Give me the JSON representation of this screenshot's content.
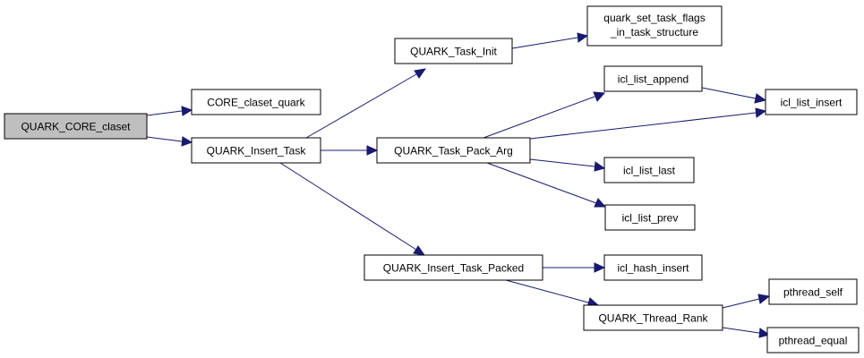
{
  "graph": {
    "edge_color": "#191970",
    "root_fill": "#bfbfbf",
    "node_fill": "#ffffff",
    "nodes": {
      "core_claset": "QUARK_CORE_claset",
      "core_claset_quark": "CORE_claset_quark",
      "insert_task": "QUARK_Insert_Task",
      "task_init": "QUARK_Task_Init",
      "set_task_flags_1": "quark_set_task_flags",
      "set_task_flags_2": "_in_task_structure",
      "task_pack_arg": "QUARK_Task_Pack_Arg",
      "icl_list_append": "icl_list_append",
      "icl_list_insert": "icl_list_insert",
      "icl_list_last": "icl_list_last",
      "icl_list_prev": "icl_list_prev",
      "insert_task_packed": "QUARK_Insert_Task_Packed",
      "icl_hash_insert": "icl_hash_insert",
      "thread_rank": "QUARK_Thread_Rank",
      "pthread_self": "pthread_self",
      "pthread_equal": "pthread_equal"
    }
  }
}
